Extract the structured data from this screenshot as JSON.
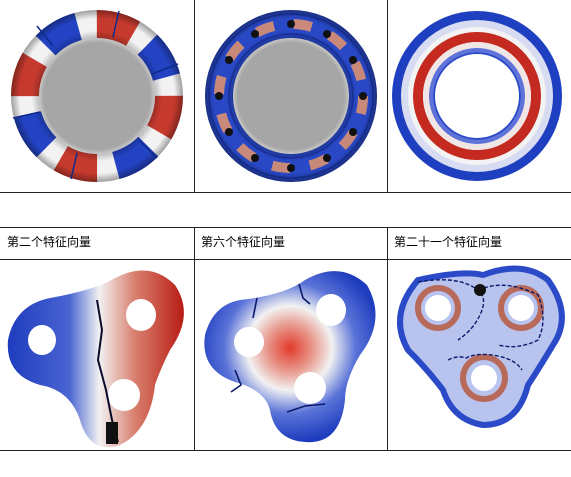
{
  "captions": {
    "row2": [
      "第二个特征向量",
      "第六个特征向量",
      "第二十一个特征向量"
    ]
  },
  "colors": {
    "red": "#c0281e",
    "blue": "#1f46c8",
    "white": "#f4f4f4",
    "grid": "#222222"
  },
  "figures": {
    "row1": [
      "torus-mode-4-with-nodal-lines",
      "torus-mode-12-with-noisy-nodal-lines",
      "torus-radial-mode"
    ],
    "row2": [
      "three-hole-surface-eigenvector-2",
      "three-hole-surface-eigenvector-6",
      "three-hole-surface-eigenvector-21"
    ]
  }
}
